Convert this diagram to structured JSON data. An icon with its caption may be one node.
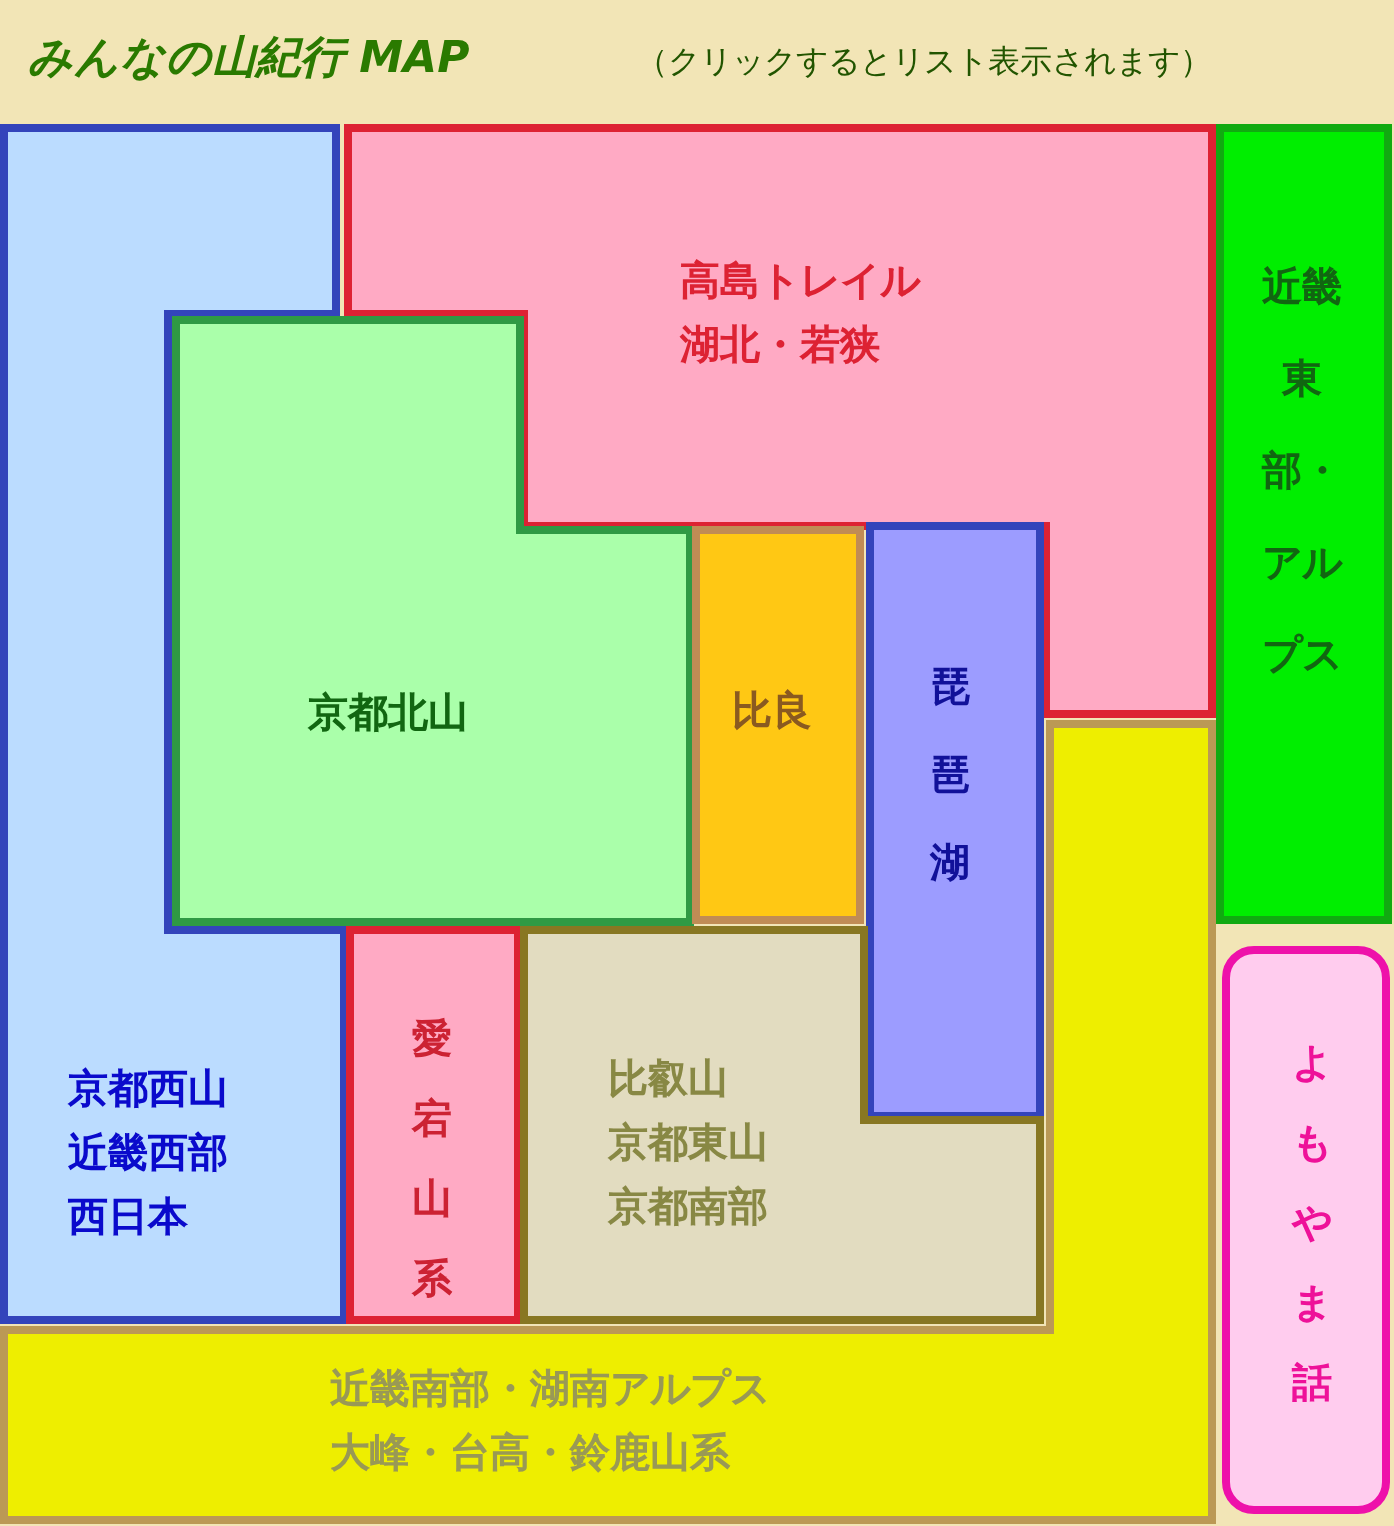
{
  "diagram": {
    "title": "みんなの山紀行 MAP",
    "nodes": [
      {
        "text": [
          "京都西山",
          "近畿西部",
          "西日本"
        ]
      },
      {
        "text": [
          "高島トレイル",
          "湖北・若狭"
        ]
      },
      {
        "text": [
          "京都北山"
        ]
      },
      {
        "text": [
          "比良"
        ]
      },
      {
        "text": [
          "琵琶湖"
        ]
      },
      {
        "text": [
          "近畿東部・アルプス"
        ]
      },
      {
        "text": [
          "愛宕山系"
        ]
      },
      {
        "text": [
          "比叡山",
          "京都東山",
          "京都南部"
        ]
      },
      {
        "text": [
          "近畿南部・湖南アルプス",
          "大峰・台高・鈴鹿山系"
        ]
      },
      {
        "text": [
          "よもやま話"
        ]
      }
    ],
    "labels": [
      "（クリックするとリスト表示されます）"
    ]
  }
}
